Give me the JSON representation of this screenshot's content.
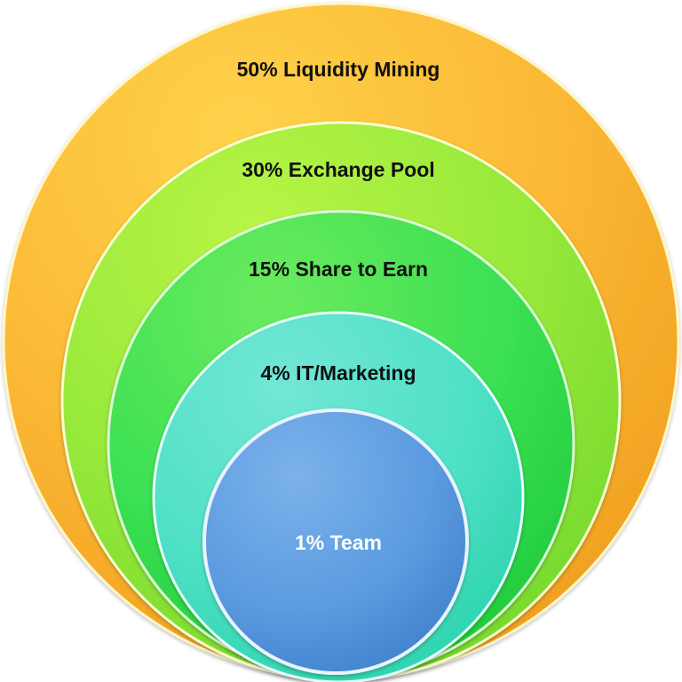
{
  "rings": [
    {
      "label": "50% Liquidity Mining",
      "color": "#FBB935"
    },
    {
      "label": "30% Exchange Pool",
      "color": "#9BEA3A"
    },
    {
      "label": "15% Share to Earn",
      "color": "#3BE053"
    },
    {
      "label": "4% IT/Marketing",
      "color": "#4FE1C6"
    },
    {
      "label": "1% Team",
      "color": "#5B9BE0"
    }
  ]
}
